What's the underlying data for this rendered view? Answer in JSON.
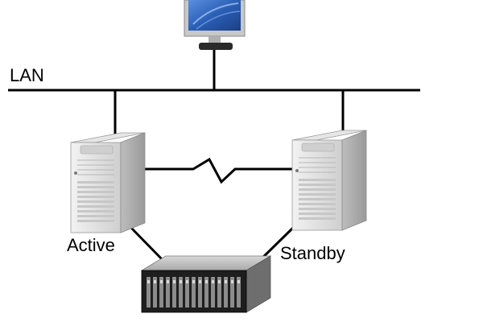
{
  "diagram": {
    "labels": {
      "lan": "LAN",
      "active": "Active",
      "standby": "Standby"
    },
    "nodes": [
      {
        "id": "monitor",
        "icon": "monitor-icon"
      },
      {
        "id": "active-server",
        "icon": "server-tower-icon",
        "label": "Active"
      },
      {
        "id": "standby-server",
        "icon": "server-tower-icon",
        "label": "Standby"
      },
      {
        "id": "storage-array",
        "icon": "disk-array-icon"
      }
    ],
    "connections": [
      {
        "from": "monitor",
        "to": "lan"
      },
      {
        "from": "lan",
        "to": "active-server"
      },
      {
        "from": "lan",
        "to": "standby-server"
      },
      {
        "from": "active-server",
        "to": "standby-server",
        "style": "heartbeat-zigzag"
      },
      {
        "from": "active-server",
        "to": "storage-array"
      },
      {
        "from": "standby-server",
        "to": "storage-array"
      }
    ],
    "colors": {
      "line": "#000000",
      "server_body": "#dcdcdc",
      "monitor_screen": "#3a6fc4",
      "storage_front": "#1a1a1a"
    }
  }
}
